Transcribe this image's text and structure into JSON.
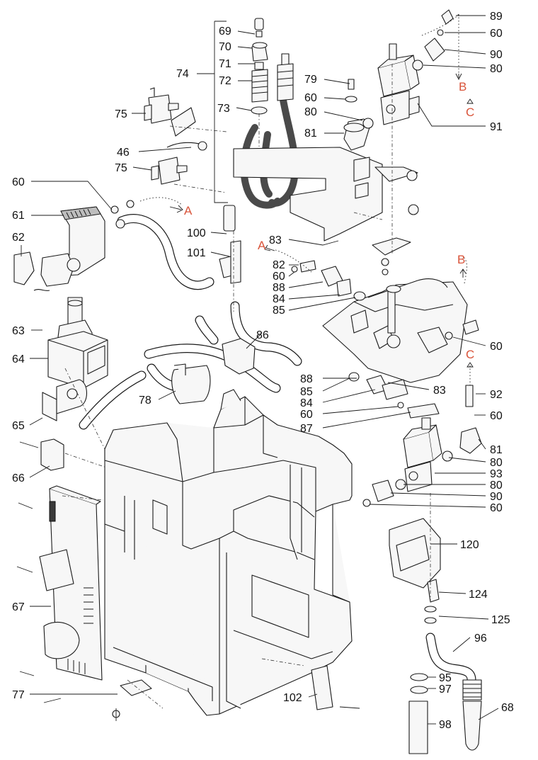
{
  "callouts": [
    {
      "id": "69",
      "label": "69"
    },
    {
      "id": "70",
      "label": "70"
    },
    {
      "id": "71",
      "label": "71"
    },
    {
      "id": "72",
      "label": "72"
    },
    {
      "id": "73",
      "label": "73"
    },
    {
      "id": "74",
      "label": "74"
    },
    {
      "id": "75a",
      "label": "75"
    },
    {
      "id": "46",
      "label": "46"
    },
    {
      "id": "75b",
      "label": "75"
    },
    {
      "id": "60a",
      "label": "60"
    },
    {
      "id": "61",
      "label": "61"
    },
    {
      "id": "62",
      "label": "62"
    },
    {
      "id": "63",
      "label": "63"
    },
    {
      "id": "64",
      "label": "64"
    },
    {
      "id": "65",
      "label": "65"
    },
    {
      "id": "66",
      "label": "66"
    },
    {
      "id": "67",
      "label": "67"
    },
    {
      "id": "77",
      "label": "77"
    },
    {
      "id": "78",
      "label": "78"
    },
    {
      "id": "79",
      "label": "79"
    },
    {
      "id": "60b",
      "label": "60"
    },
    {
      "id": "80a",
      "label": "80"
    },
    {
      "id": "81a",
      "label": "81"
    },
    {
      "id": "89",
      "label": "89"
    },
    {
      "id": "60c",
      "label": "60"
    },
    {
      "id": "90a",
      "label": "90"
    },
    {
      "id": "80b",
      "label": "80"
    },
    {
      "id": "91",
      "label": "91"
    },
    {
      "id": "100",
      "label": "100"
    },
    {
      "id": "101",
      "label": "101"
    },
    {
      "id": "83a",
      "label": "83"
    },
    {
      "id": "82",
      "label": "82"
    },
    {
      "id": "60d",
      "label": "60"
    },
    {
      "id": "88a",
      "label": "88"
    },
    {
      "id": "84a",
      "label": "84"
    },
    {
      "id": "85a",
      "label": "85"
    },
    {
      "id": "86",
      "label": "86"
    },
    {
      "id": "60e",
      "label": "60"
    },
    {
      "id": "88b",
      "label": "88"
    },
    {
      "id": "85b",
      "label": "85"
    },
    {
      "id": "84b",
      "label": "84"
    },
    {
      "id": "83b",
      "label": "83"
    },
    {
      "id": "60f",
      "label": "60"
    },
    {
      "id": "87",
      "label": "87"
    },
    {
      "id": "92",
      "label": "92"
    },
    {
      "id": "60g",
      "label": "60"
    },
    {
      "id": "81b",
      "label": "81"
    },
    {
      "id": "80c",
      "label": "80"
    },
    {
      "id": "93",
      "label": "93"
    },
    {
      "id": "80d",
      "label": "80"
    },
    {
      "id": "90b",
      "label": "90"
    },
    {
      "id": "60h",
      "label": "60"
    },
    {
      "id": "120",
      "label": "120"
    },
    {
      "id": "124",
      "label": "124"
    },
    {
      "id": "125",
      "label": "125"
    },
    {
      "id": "96",
      "label": "96"
    },
    {
      "id": "95",
      "label": "95"
    },
    {
      "id": "97",
      "label": "97"
    },
    {
      "id": "98",
      "label": "98"
    },
    {
      "id": "68",
      "label": "68"
    },
    {
      "id": "102",
      "label": "102"
    }
  ],
  "connection_refs": [
    {
      "id": "A1",
      "label": "A"
    },
    {
      "id": "A2",
      "label": "A"
    },
    {
      "id": "B1",
      "label": "B"
    },
    {
      "id": "B2",
      "label": "B"
    },
    {
      "id": "C1",
      "label": "C"
    },
    {
      "id": "C2",
      "label": "C"
    }
  ],
  "colors": {
    "callout_text": "#111111",
    "reference_letter": "#d9543a",
    "line": "#1a1a1a",
    "fill": "#f7f7f7"
  }
}
